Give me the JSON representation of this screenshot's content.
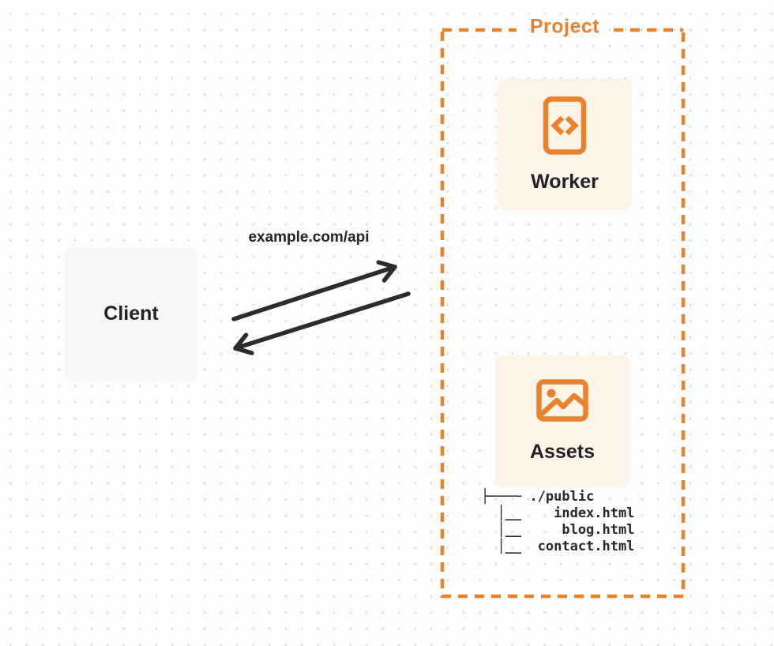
{
  "colors": {
    "accent_orange": "#E8822C",
    "panel_cream": "#FDF3E6",
    "client_gray": "#F7F7F8",
    "ink": "#2B2C2E"
  },
  "client": {
    "label": "Client"
  },
  "request": {
    "url_label": "example.com/api"
  },
  "project": {
    "label": "Project",
    "nodes": [
      {
        "id": "worker",
        "label": "Worker",
        "icon": "code-file-icon"
      },
      {
        "id": "assets",
        "label": "Assets",
        "icon": "image-icon"
      }
    ],
    "file_tree": {
      "root": "./public",
      "files": [
        "index.html",
        "blog.html",
        "contact.html"
      ],
      "ascii": "├──── ./public\n  │__    index.html\n  │__     blog.html\n  │__  contact.html"
    }
  }
}
